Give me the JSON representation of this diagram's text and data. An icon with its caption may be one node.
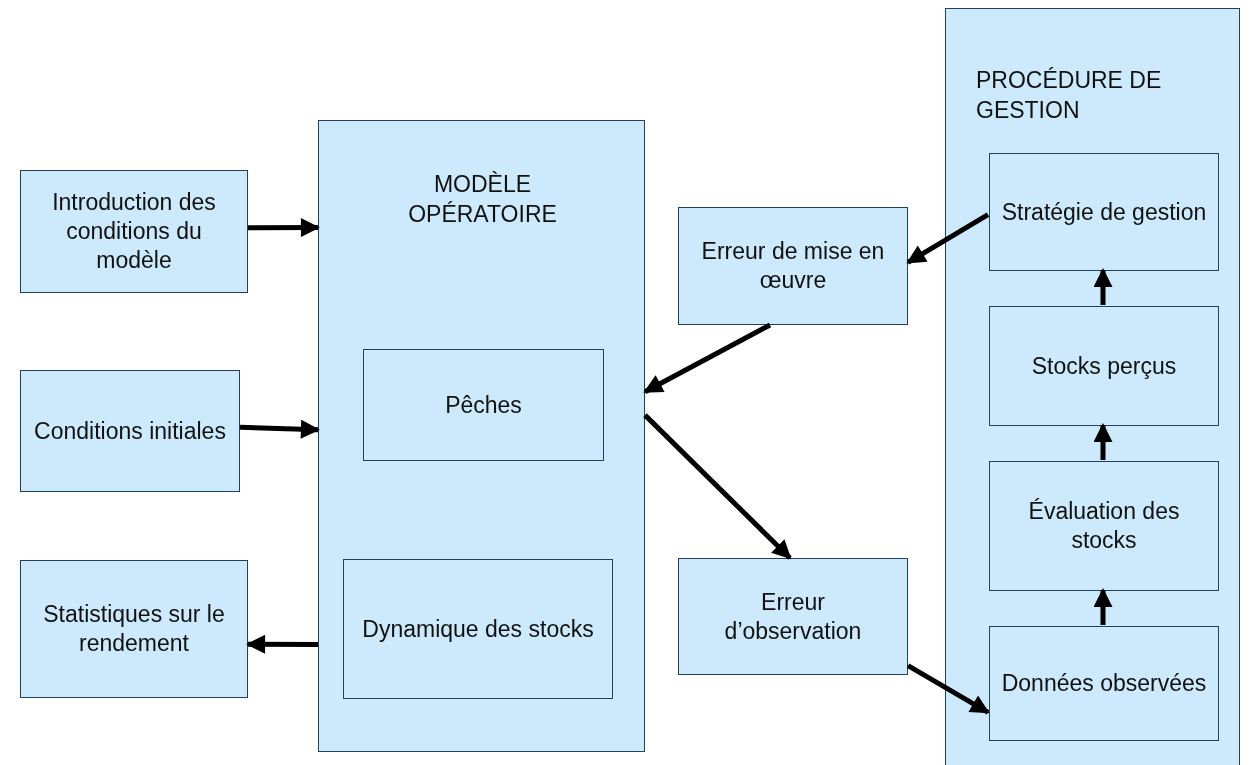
{
  "diagram": {
    "nodes": [
      {
        "text": [
          "MODÈLE OPÉRATOIRE"
        ]
      },
      {
        "text": [
          "Pêches"
        ],
        "in": 0
      },
      {
        "text": [
          "Dynamique des stocks"
        ],
        "in": 0
      },
      {
        "text": [
          "Introduction des conditions du modèle"
        ]
      },
      {
        "text": [
          "Conditions initiales"
        ]
      },
      {
        "text": [
          "Statistiques sur le rendement"
        ]
      },
      {
        "text": [
          "Erreur de mise en œuvre"
        ]
      },
      {
        "text": [
          "Erreur d’observation"
        ]
      },
      {
        "text": [
          "PROCÉDURE DE GESTION"
        ]
      },
      {
        "text": [
          "Stratégie de gestion"
        ],
        "in": 8
      },
      {
        "text": [
          "Stocks perçus"
        ],
        "in": 8
      },
      {
        "text": [
          "Évaluation des stocks"
        ],
        "in": 8
      },
      {
        "text": [
          "Données observées"
        ],
        "in": 8
      }
    ],
    "edges": [
      {
        "from": 3,
        "to": 0,
        "arrow": "to"
      },
      {
        "from": 4,
        "to": 0,
        "arrow": "to"
      },
      {
        "from": 0,
        "to": 5,
        "arrow": "to"
      },
      {
        "from": 9,
        "to": 6,
        "arrow": "to"
      },
      {
        "from": 6,
        "to": 0,
        "arrow": "to"
      },
      {
        "from": 0,
        "to": 7,
        "arrow": "to"
      },
      {
        "from": 7,
        "to": 12,
        "arrow": "to"
      },
      {
        "from": 12,
        "to": 11,
        "arrow": "to"
      },
      {
        "from": 11,
        "to": 10,
        "arrow": "to"
      },
      {
        "from": 10,
        "to": 9,
        "arrow": "to"
      }
    ]
  }
}
